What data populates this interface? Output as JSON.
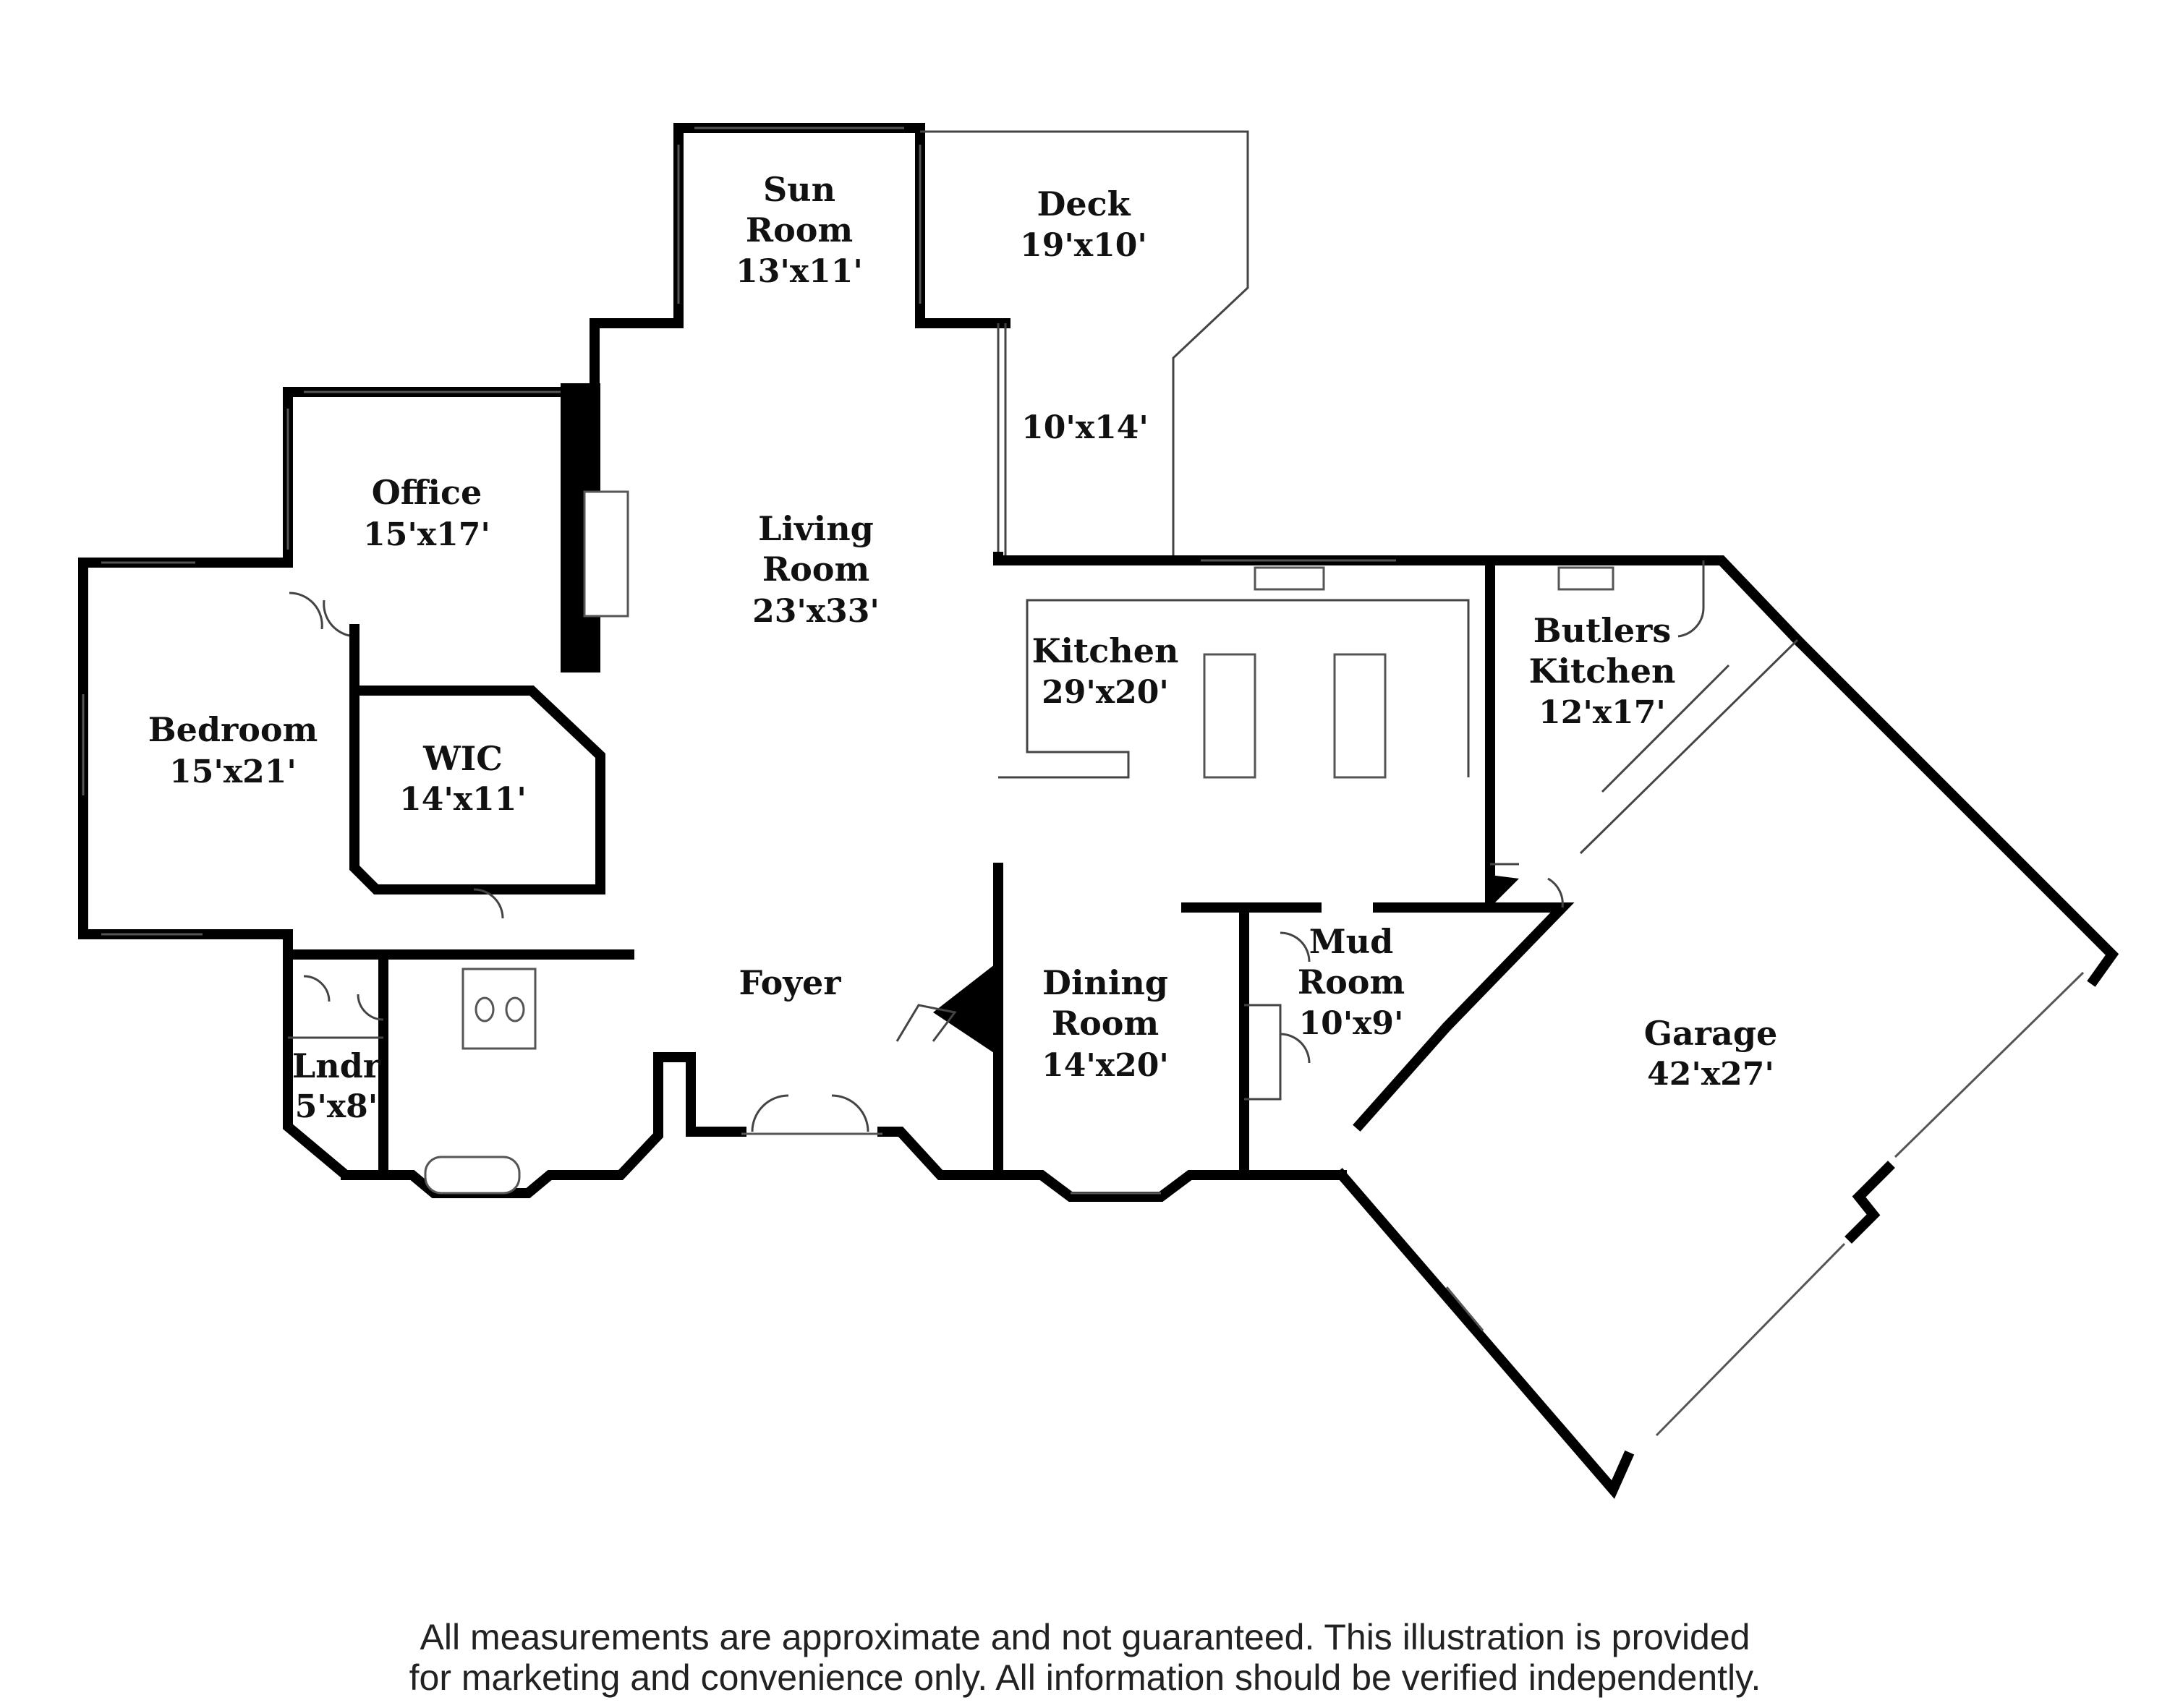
{
  "rooms": {
    "sun_room": {
      "name_line1": "Sun",
      "name_line2": "Room",
      "dims": "13'x11'"
    },
    "deck": {
      "name": "Deck",
      "dims": "19'x10'"
    },
    "deck_lower": {
      "dims": "10'x14'"
    },
    "office": {
      "name": "Office",
      "dims": "15'x17'"
    },
    "living_room": {
      "name_line1": "Living",
      "name_line2": "Room",
      "dims": "23'x33'"
    },
    "kitchen": {
      "name": "Kitchen",
      "dims": "29'x20'"
    },
    "butlers_kitchen": {
      "name_line1": "Butlers",
      "name_line2": "Kitchen",
      "dims": "12'x17'"
    },
    "bedroom": {
      "name": "Bedroom",
      "dims": "15'x21'"
    },
    "wic": {
      "name": "WIC",
      "dims": "14'x11'"
    },
    "foyer": {
      "name": "Foyer"
    },
    "dining_room": {
      "name_line1": "Dining",
      "name_line2": "Room",
      "dims": "14'x20'"
    },
    "mud_room": {
      "name_line1": "Mud",
      "name_line2": "Room",
      "dims": "10'x9'"
    },
    "garage": {
      "name": "Garage",
      "dims": "42'x27'"
    },
    "laundry": {
      "name": "Lndr",
      "dims": "5'x8'"
    }
  },
  "disclaimer": {
    "line1": "All measurements are approximate and not guaranteed. This illustration is provided",
    "line2": "for marketing and convenience only. All information should be verified independently."
  }
}
